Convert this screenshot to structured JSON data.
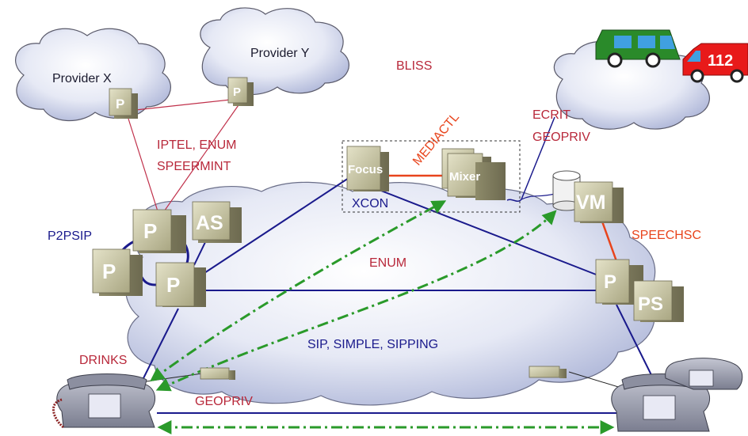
{
  "clouds": {
    "provider_x": "Provider X",
    "provider_y": "Provider Y"
  },
  "labels": {
    "bliss": "BLISS",
    "iptel_enum": "IPTEL, ENUM",
    "speermint": "SPEERMINT",
    "mediactl": "MEDIACTL",
    "xcon": "XCON",
    "ecrit": "ECRIT",
    "geopriv_top": "GEOPRIV",
    "p2psip": "P2PSIP",
    "enum": "ENUM",
    "speechsc": "SPEECHSC",
    "sip": "SIP, SIMPLE, SIPPING",
    "drinks": "DRINKS",
    "geopriv_bottom": "GEOPRIV"
  },
  "servers": {
    "px": "P",
    "py": "P",
    "p_upper": "P",
    "as": "AS",
    "p_left": "P",
    "p_center": "P",
    "focus": "Focus",
    "mixer": "Mixer",
    "vm": "VM",
    "p_right": "P",
    "ps": "PS"
  },
  "vehicles": {
    "ambulance_number": "112"
  },
  "colors": {
    "wg_label": "#b8283a",
    "protocol_label": "#e8441c",
    "network_label": "#1a1a8c",
    "link_blue": "#1a1a8c",
    "link_red": "#e8441c",
    "media_green": "#2a9a2a",
    "server_face": "#c9c6a2",
    "cloud_light": "#f4f6fc",
    "cloud_dark": "#a9b2d6"
  }
}
